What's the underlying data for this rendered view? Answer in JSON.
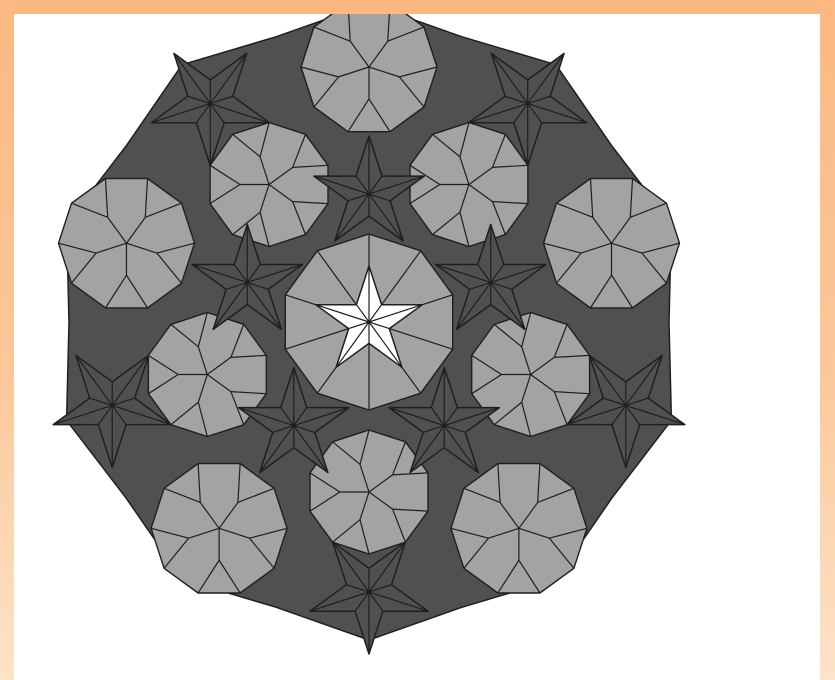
{
  "figure": {
    "description_kind": "tiling",
    "colors": {
      "page_background_top": "#fbb882",
      "page_background_bottom": "#fde3c8",
      "frame": "#ffffff",
      "light_tile": "#a3a3a3",
      "dark_tile": "#505050",
      "center_star": "#ffffff",
      "edge": "#1f1f1f"
    },
    "symmetry": 5,
    "decagon_count": 10,
    "outer_star_count": 5,
    "inner_star_count": 5,
    "center_star_count": 1
  }
}
